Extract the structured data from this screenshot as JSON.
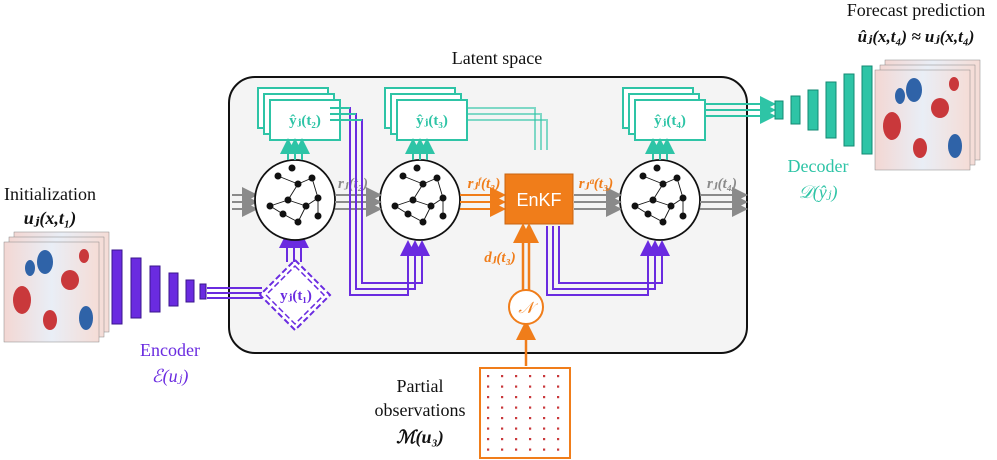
{
  "colors": {
    "purple": "#6a2be0",
    "teal": "#2ec4a6",
    "orange": "#f07d1a",
    "grey": "#8a8a8a",
    "latent_bg": "#f4f4f4",
    "field_red": "#c9383b",
    "field_blue": "#2f63a8"
  },
  "labels": {
    "latent_space": "Latent space",
    "forecast_title": "Forecast prediction",
    "forecast_eq": "ûⱼ(x,t₄) ≈ uⱼ(x,t₄)",
    "init_title": "Initialization",
    "init_eq": "uⱼ(x,t₁)",
    "encoder_title": "Encoder",
    "encoder_eq": "ℰ(uⱼ)",
    "decoder_title": "Decoder",
    "decoder_eq": "𝒟(ŷⱼ)",
    "partial_1": "Partial",
    "partial_2": "observations",
    "partial_eq": "ℳ(u₃)",
    "enkf": "EnKF",
    "y_t1": "yⱼ(t₁)",
    "y_t2": "ŷⱼ(t₂)",
    "y_t3": "ŷⱼ(t₃)",
    "y_t4": "ŷⱼ(t₄)",
    "r_t2": "rⱼ(t₂)",
    "r_f_t3": "rⱼᶠ(t₃)",
    "r_a_t3": "rⱼᵃ(t₃)",
    "r_t4": "rⱼ(t₄)",
    "d_t3": "dⱼ(t₃)",
    "noise": "𝒩"
  }
}
